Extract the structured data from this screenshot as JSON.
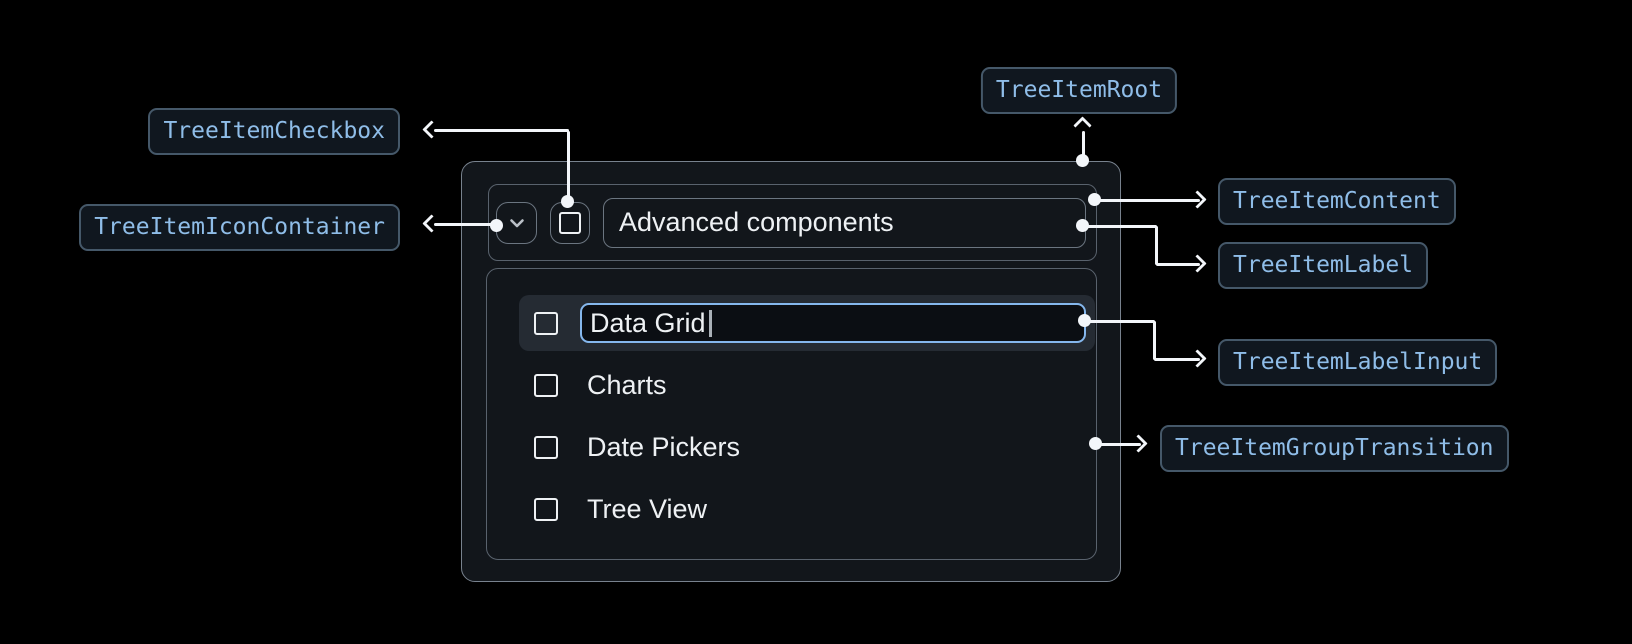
{
  "annotations": [
    {
      "id": "root",
      "label": "TreeItemRoot"
    },
    {
      "id": "checkbox",
      "label": "TreeItemCheckbox"
    },
    {
      "id": "icon_container",
      "label": "TreeItemIconContainer"
    },
    {
      "id": "content",
      "label": "TreeItemContent"
    },
    {
      "id": "label",
      "label": "TreeItemLabel"
    },
    {
      "id": "label_input",
      "label": "TreeItemLabelInput"
    },
    {
      "id": "group_transition",
      "label": "TreeItemGroupTransition"
    }
  ],
  "tree": {
    "parent_item": {
      "label": "Advanced components",
      "expanded": true,
      "checked": false
    },
    "editing_item": {
      "input_value": "Data Grid",
      "checked": false
    },
    "child_items": [
      "Charts",
      "Date Pickers",
      "Tree View"
    ]
  },
  "colors": {
    "accent-blue": "#85b7ed",
    "badge-bg": "#10171f",
    "badge-border": "#455869",
    "badge-text": "#8fbde8",
    "panel-bg": "#12161b",
    "panel-border": "#78828e",
    "box-border": "#59626d",
    "row-highlight": "#252b33",
    "text": "#eef1f4",
    "line": "#f3f6fa",
    "bg": "#000000"
  }
}
